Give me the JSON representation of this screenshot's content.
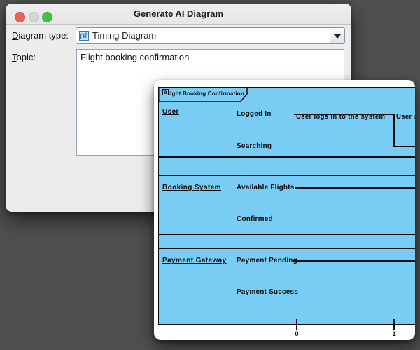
{
  "window": {
    "title": "Generate AI Diagram",
    "diagram_type_label": "Diagram type:",
    "diagram_type_value": "Timing Diagram",
    "topic_label": "Topic:",
    "topic_value": "Flight booking confirmation"
  },
  "preview": {
    "frame_tab_prefix": "a",
    "frame_tab_title": "light Booking Confirmation",
    "lifelines": [
      {
        "name": "User",
        "states": [
          "Logged In",
          "Searching"
        ]
      },
      {
        "name": "Booking System",
        "states": [
          "Available Flights",
          "Confirmed"
        ]
      },
      {
        "name": "Payment Gateway",
        "states": [
          "Payment Pending",
          "Payment Success"
        ]
      }
    ],
    "transitions": [
      "User logs in to the system",
      "User sear"
    ],
    "ticks": [
      "0",
      "1"
    ]
  },
  "colors": {
    "desktop_background": "#4d4f50",
    "dialog_background": "#ececec",
    "canvas_blue": "#79cdf4",
    "line_black": "#0b0b0b",
    "traffic_red": "#f05f56",
    "traffic_gray": "#d4d4d4",
    "traffic_green": "#3dc444",
    "combo_icon_blue": "#2e79bd"
  }
}
